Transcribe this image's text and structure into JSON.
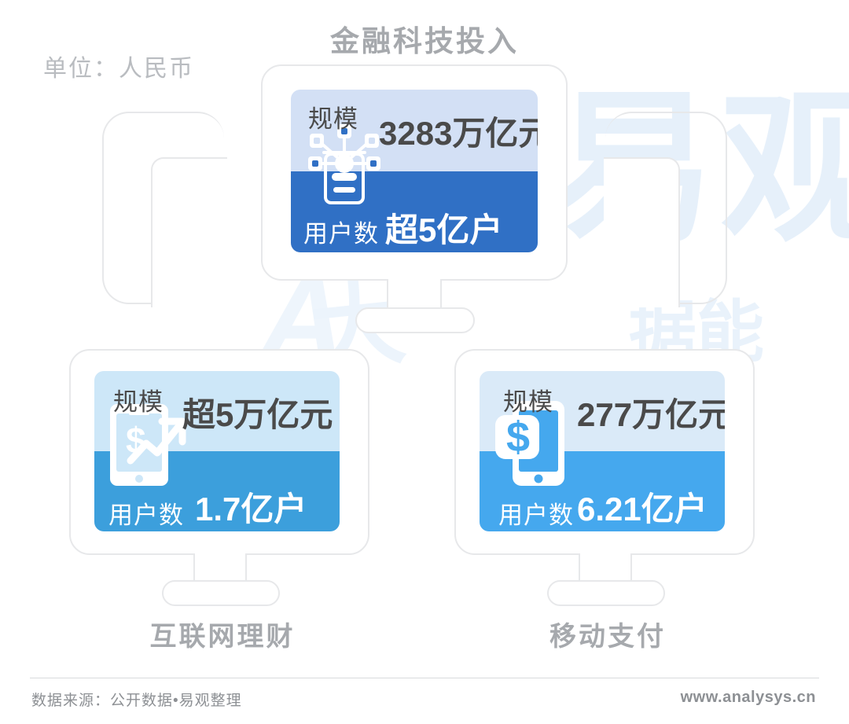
{
  "header": {
    "title": "金融科技投入",
    "unit_label": "单位：人民币"
  },
  "labels": {
    "scale": "规模",
    "users": "用户数"
  },
  "nodes": [
    {
      "id": "fintech-investment",
      "position": "top",
      "name": "金融科技投入",
      "scale_label": "规模",
      "scale_value": "3283万亿元",
      "users_label": "用户数",
      "users_value": "超5亿户",
      "icon": "connected-device-network-icon",
      "color_top": "#D3E0F5",
      "color_bottom": "#3070C5"
    },
    {
      "id": "internet-wealth-management",
      "position": "bottom-left",
      "name": "互联网理财",
      "scale_label": "规模",
      "scale_value": "超5万亿元",
      "users_label": "用户数",
      "users_value": "1.7亿户",
      "icon": "phone-dollar-growth-icon",
      "color_top": "#CDE7F8",
      "color_bottom": "#3C9FDC"
    },
    {
      "id": "mobile-payment",
      "position": "bottom-right",
      "name": "移动支付",
      "scale_label": "规模",
      "scale_value": "277万亿元",
      "users_label": "用户数",
      "users_value": "6.21亿户",
      "icon": "phone-dollar-card-icon",
      "color_top": "#DAEAF8",
      "color_bottom": "#45A8EE"
    }
  ],
  "watermark": {
    "brand": "易观",
    "tagline": "据能",
    "mark": "A",
    "extra": "大"
  },
  "footer": {
    "source": "数据来源：公开数据•易观整理",
    "website": "www.analysys.cn"
  },
  "colors": {
    "title_gray": "#a6a9ad",
    "frame_gray": "#e7e8ea",
    "footer_gray": "#8d9094"
  }
}
